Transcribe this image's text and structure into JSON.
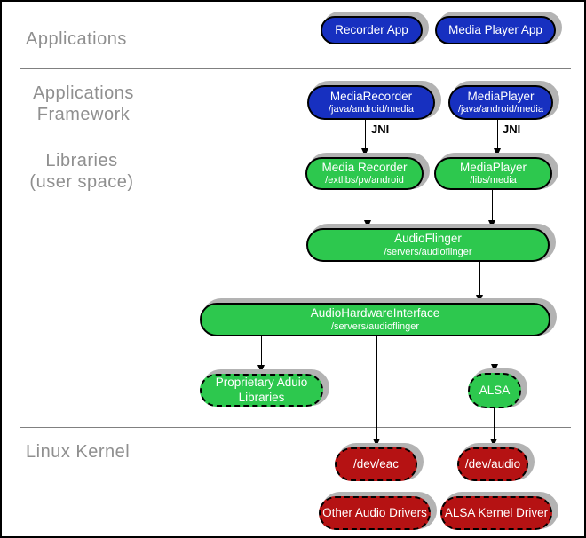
{
  "colors": {
    "blue": "#1730C0",
    "green": "#2DC84E",
    "red": "#B51213",
    "shadow": "#B3B3B3",
    "separator": "#808080",
    "label_text": "#8F8F8F"
  },
  "layers": {
    "applications": {
      "label": "Applications"
    },
    "framework": {
      "label": "Applications\n Framework"
    },
    "libraries": {
      "label": "Libraries\n(user space)"
    },
    "kernel": {
      "label": "Linux Kernel"
    }
  },
  "jni": {
    "left": "JNI",
    "right": "JNI"
  },
  "nodes": {
    "recorder_app": {
      "label": "Recorder App"
    },
    "media_player_app": {
      "label": "Media Player App"
    },
    "media_recorder_fw": {
      "label": "MediaRecorder",
      "sub": "/java/android/media"
    },
    "media_player_fw": {
      "label": "MediaPlayer",
      "sub": "/java/android/media"
    },
    "media_recorder_lib": {
      "label": "Media Recorder",
      "sub": "/extlibs/pv/android"
    },
    "media_player_lib": {
      "label": "MediaPlayer",
      "sub": "/libs/media"
    },
    "audio_flinger": {
      "label": "AudioFlinger",
      "sub": "/servers/audioflinger"
    },
    "audio_hw_interface": {
      "label": "AudioHardwareInterface",
      "sub": "/servers/audioflinger"
    },
    "proprietary_audio": {
      "label": "Proprietary Aduio",
      "sub": "Libraries"
    },
    "alsa": {
      "label": "ALSA"
    },
    "dev_eac": {
      "label": "/dev/eac"
    },
    "dev_audio": {
      "label": "/dev/audio"
    },
    "other_audio_drivers": {
      "label": "Other Audio Drivers"
    },
    "alsa_kernel_driver": {
      "label": "ALSA Kernel Driver"
    }
  }
}
